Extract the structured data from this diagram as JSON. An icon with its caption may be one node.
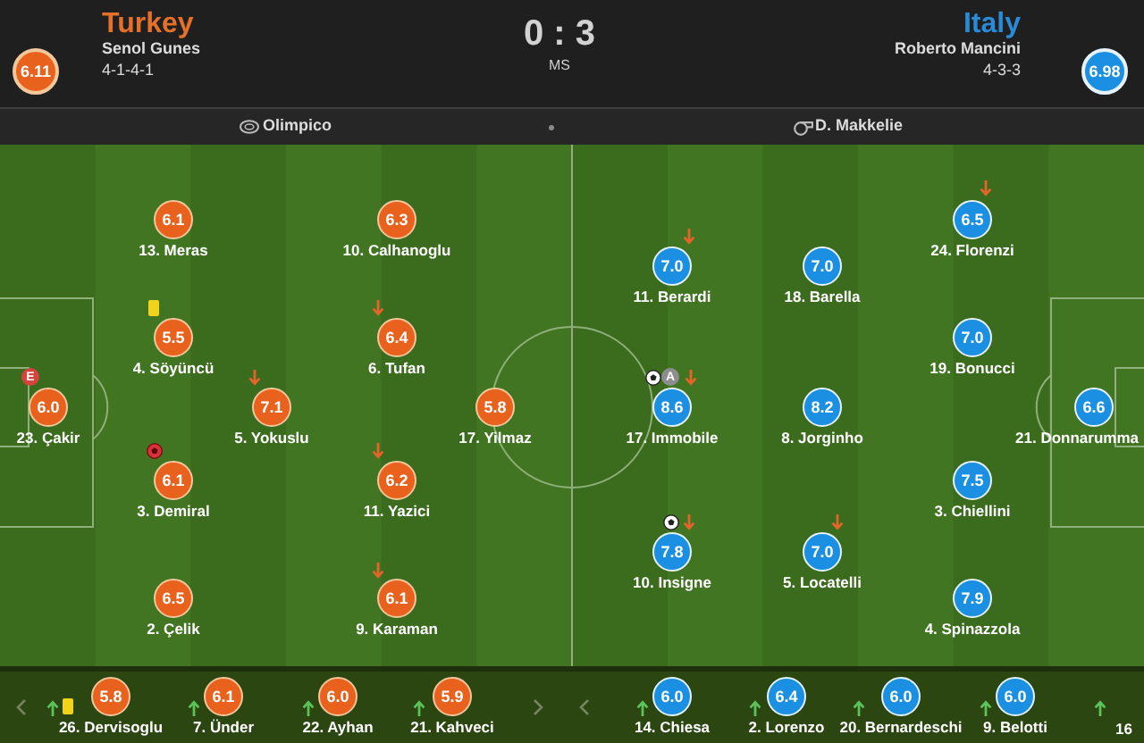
{
  "diagram": {
    "nodes": [
      {
        "text": [
          "6.11"
        ]
      },
      {
        "text": [
          "6.98"
        ]
      },
      {
        "text": [
          "6.0"
        ],
        "beside": [
          "23. Çakir"
        ]
      },
      {
        "text": [
          "E"
        ]
      },
      {
        "text": [
          "6.1"
        ],
        "beside": [
          "13. Meras"
        ]
      },
      {
        "text": [
          "5.5"
        ],
        "beside": [
          "4. Söyüncü"
        ]
      },
      {
        "text": [
          "6.1"
        ],
        "beside": [
          "3. Demiral"
        ]
      },
      {
        "text": [
          "6.5"
        ],
        "beside": [
          "2. Çelik"
        ]
      },
      {
        "text": [
          "7.1"
        ],
        "beside": [
          "5. Yokuslu"
        ]
      },
      {
        "text": [
          "6.3"
        ],
        "beside": [
          "10. Calhanoglu"
        ]
      },
      {
        "text": [
          "6.4"
        ],
        "beside": [
          "6. Tufan"
        ]
      },
      {
        "text": [
          "6.2"
        ],
        "beside": [
          "11. Yazici"
        ]
      },
      {
        "text": [
          "6.1"
        ],
        "beside": [
          "9. Karaman"
        ]
      },
      {
        "text": [
          "5.8"
        ],
        "beside": [
          "17. Yilmaz"
        ]
      },
      {
        "text": [
          "7.0"
        ],
        "beside": [
          "11. Berardi"
        ]
      },
      {
        "text": [
          "A"
        ]
      },
      {
        "text": [
          "8.6"
        ],
        "beside": [
          "17. Immobile"
        ]
      },
      {
        "text": [
          "7.8"
        ],
        "beside": [
          "10. Insigne"
        ]
      },
      {
        "text": [
          "7.0"
        ],
        "beside": [
          "18. Barella"
        ]
      },
      {
        "text": [
          "8.2"
        ],
        "beside": [
          "8. Jorginho"
        ]
      },
      {
        "text": [
          "7.0"
        ],
        "beside": [
          "5. Locatelli"
        ]
      },
      {
        "text": [
          "6.5"
        ],
        "beside": [
          "24. Florenzi"
        ]
      },
      {
        "text": [
          "7.0"
        ],
        "beside": [
          "19. Bonucci"
        ]
      },
      {
        "text": [
          "7.5"
        ],
        "beside": [
          "3. Chiellini"
        ]
      },
      {
        "text": [
          "7.9"
        ],
        "beside": [
          "4. Spinazzola"
        ]
      },
      {
        "text": [
          "6.6"
        ],
        "beside": [
          "21. Donnarumma"
        ]
      },
      {
        "text": [
          "5.8"
        ],
        "beside": [
          "26. Dervisoglu"
        ]
      },
      {
        "text": [
          "6.1"
        ],
        "beside": [
          "7. Ünder"
        ]
      },
      {
        "text": [
          "6.0"
        ],
        "beside": [
          "22. Ayhan"
        ]
      },
      {
        "text": [
          "5.9"
        ],
        "beside": [
          "21. Kahveci"
        ]
      },
      {
        "text": [
          "6.0"
        ],
        "beside": [
          "14. Chiesa"
        ]
      },
      {
        "text": [
          "6.4"
        ],
        "beside": [
          "2. Lorenzo"
        ]
      },
      {
        "text": [
          "6.0"
        ],
        "beside": [
          "20. Bernardeschi"
        ]
      },
      {
        "text": [
          "6.0"
        ],
        "beside": [
          "9. Belotti"
        ]
      }
    ],
    "labels": [
      "Turkey",
      "Senol Gunes",
      "4-1-4-1",
      "0 : 3",
      "MS",
      "Italy",
      "Roberto Mancini",
      "4-3-3",
      "Olimpico",
      "D. Makkelie",
      "16"
    ]
  }
}
